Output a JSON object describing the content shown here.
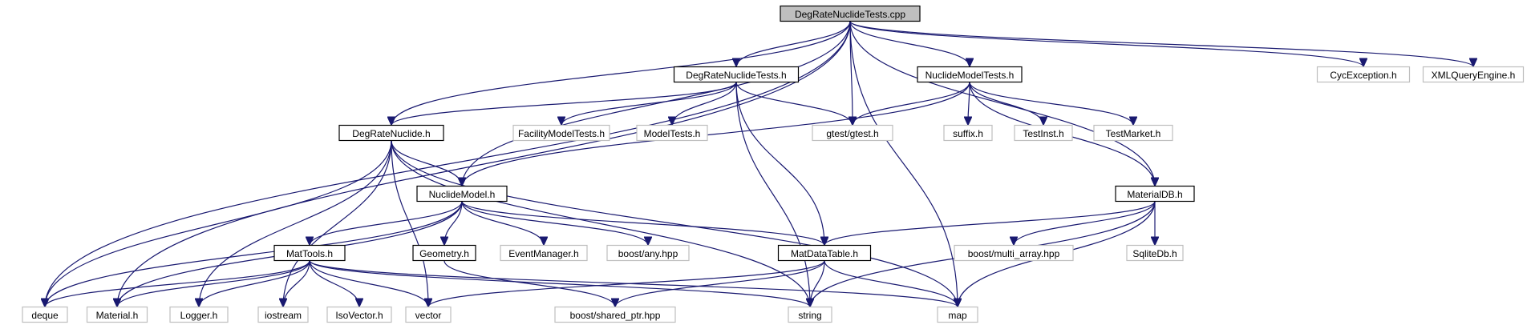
{
  "graph": {
    "nodes": [
      {
        "id": "root",
        "label": "DegRateNuclideTests.cpp",
        "kind": "root"
      },
      {
        "id": "drnt_h",
        "label": "DegRateNuclideTests.h",
        "kind": "documented"
      },
      {
        "id": "nmt_h",
        "label": "NuclideModelTests.h",
        "kind": "documented"
      },
      {
        "id": "cycexc",
        "label": "CycException.h",
        "kind": "external"
      },
      {
        "id": "xmlqe",
        "label": "XMLQueryEngine.h",
        "kind": "external"
      },
      {
        "id": "drn_h",
        "label": "DegRateNuclide.h",
        "kind": "documented"
      },
      {
        "id": "fmt_h",
        "label": "FacilityModelTests.h",
        "kind": "external"
      },
      {
        "id": "mt_h",
        "label": "ModelTests.h",
        "kind": "external"
      },
      {
        "id": "gtest",
        "label": "gtest/gtest.h",
        "kind": "external"
      },
      {
        "id": "suffix",
        "label": "suffix.h",
        "kind": "external"
      },
      {
        "id": "testinst",
        "label": "TestInst.h",
        "kind": "external"
      },
      {
        "id": "testmarket",
        "label": "TestMarket.h",
        "kind": "external"
      },
      {
        "id": "nm_h",
        "label": "NuclideModel.h",
        "kind": "documented"
      },
      {
        "id": "matdb",
        "label": "MaterialDB.h",
        "kind": "documented"
      },
      {
        "id": "mattools",
        "label": "MatTools.h",
        "kind": "documented"
      },
      {
        "id": "geometry",
        "label": "Geometry.h",
        "kind": "documented"
      },
      {
        "id": "eventmgr",
        "label": "EventManager.h",
        "kind": "external"
      },
      {
        "id": "boostany",
        "label": "boost/any.hpp",
        "kind": "external"
      },
      {
        "id": "matdt",
        "label": "MatDataTable.h",
        "kind": "documented"
      },
      {
        "id": "multiarr",
        "label": "boost/multi_array.hpp",
        "kind": "external"
      },
      {
        "id": "sqlite",
        "label": "SqliteDb.h",
        "kind": "external"
      },
      {
        "id": "deque",
        "label": "deque",
        "kind": "external"
      },
      {
        "id": "material",
        "label": "Material.h",
        "kind": "external"
      },
      {
        "id": "logger",
        "label": "Logger.h",
        "kind": "external"
      },
      {
        "id": "iostream",
        "label": "iostream",
        "kind": "external"
      },
      {
        "id": "isovector",
        "label": "IsoVector.h",
        "kind": "external"
      },
      {
        "id": "vector",
        "label": "vector",
        "kind": "external"
      },
      {
        "id": "sharedptr",
        "label": "boost/shared_ptr.hpp",
        "kind": "external"
      },
      {
        "id": "string",
        "label": "string",
        "kind": "external"
      },
      {
        "id": "map",
        "label": "map",
        "kind": "external"
      }
    ],
    "edges": [
      [
        "root",
        "drnt_h"
      ],
      [
        "root",
        "nmt_h"
      ],
      [
        "root",
        "cycexc"
      ],
      [
        "root",
        "xmlqe"
      ],
      [
        "root",
        "gtest"
      ],
      [
        "root",
        "drn_h"
      ],
      [
        "root",
        "nm_h"
      ],
      [
        "root",
        "matdb"
      ],
      [
        "root",
        "deque"
      ],
      [
        "root",
        "material"
      ],
      [
        "root",
        "map"
      ],
      [
        "drnt_h",
        "drn_h"
      ],
      [
        "drnt_h",
        "fmt_h"
      ],
      [
        "drnt_h",
        "mt_h"
      ],
      [
        "drnt_h",
        "gtest"
      ],
      [
        "drnt_h",
        "matdt"
      ],
      [
        "drnt_h",
        "string"
      ],
      [
        "nmt_h",
        "gtest"
      ],
      [
        "nmt_h",
        "suffix"
      ],
      [
        "nmt_h",
        "testinst"
      ],
      [
        "nmt_h",
        "testmarket"
      ],
      [
        "nmt_h",
        "nm_h"
      ],
      [
        "nmt_h",
        "matdb"
      ],
      [
        "drn_h",
        "nm_h"
      ],
      [
        "drn_h",
        "deque"
      ],
      [
        "drn_h",
        "logger"
      ],
      [
        "drn_h",
        "iostream"
      ],
      [
        "drn_h",
        "vector"
      ],
      [
        "drn_h",
        "string"
      ],
      [
        "drn_h",
        "map"
      ],
      [
        "nm_h",
        "mattools"
      ],
      [
        "nm_h",
        "geometry"
      ],
      [
        "nm_h",
        "eventmgr"
      ],
      [
        "nm_h",
        "boostany"
      ],
      [
        "nm_h",
        "matdt"
      ],
      [
        "nm_h",
        "deque"
      ],
      [
        "nm_h",
        "material"
      ],
      [
        "matdb",
        "matdt"
      ],
      [
        "matdb",
        "multiarr"
      ],
      [
        "matdb",
        "sqlite"
      ],
      [
        "matdb",
        "string"
      ],
      [
        "matdb",
        "map"
      ],
      [
        "mattools",
        "deque"
      ],
      [
        "mattools",
        "material"
      ],
      [
        "mattools",
        "logger"
      ],
      [
        "mattools",
        "iostream"
      ],
      [
        "mattools",
        "isovector"
      ],
      [
        "mattools",
        "vector"
      ],
      [
        "mattools",
        "string"
      ],
      [
        "mattools",
        "map"
      ],
      [
        "geometry",
        "sharedptr"
      ],
      [
        "matdt",
        "vector"
      ],
      [
        "matdt",
        "sharedptr"
      ],
      [
        "matdt",
        "string"
      ],
      [
        "matdt",
        "map"
      ]
    ]
  }
}
